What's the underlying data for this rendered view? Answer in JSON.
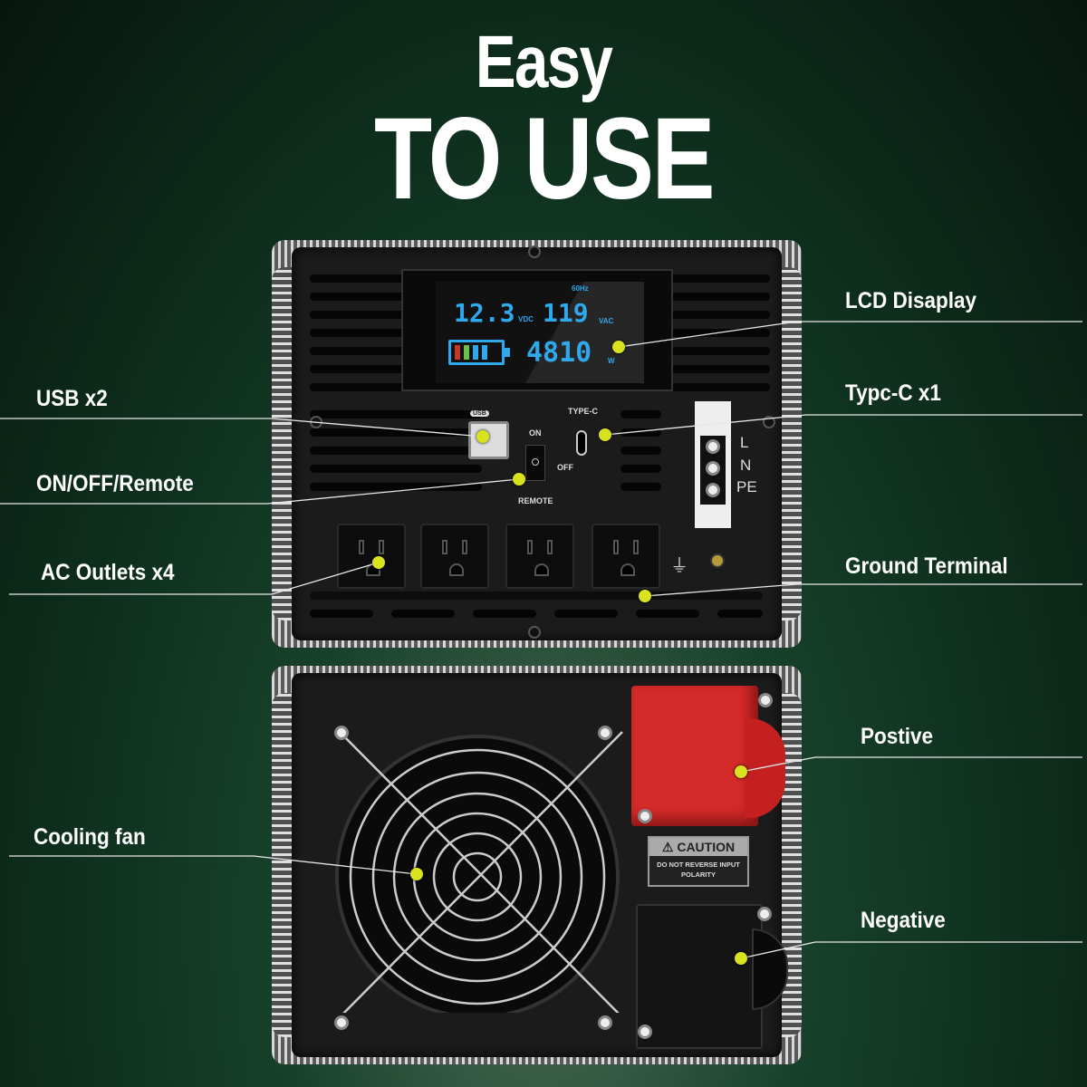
{
  "title": {
    "line1": "Easy",
    "line2": "TO USE"
  },
  "lcd": {
    "freq": "60Hz",
    "input_voltage": "12.3",
    "input_unit": "VDC",
    "output_voltage": "119",
    "output_unit": "VAC",
    "power": "4810",
    "power_unit": "W"
  },
  "panel": {
    "usb": "USB",
    "type_c": "TYPE-C",
    "on": "ON",
    "off": "OFF",
    "remote": "REMOTE",
    "terminals": [
      "L",
      "N",
      "PE"
    ]
  },
  "caution": {
    "title": "CAUTION",
    "text": "DO NOT REVERSE INPUT POLARITY"
  },
  "labels": {
    "lcd": "LCD Disaplay",
    "typec": "Typc-C  x1",
    "usb": "USB x2",
    "onoff": "ON/OFF/Remote",
    "ac": "AC Outlets x4",
    "ground": "Ground Terminal",
    "positive": "Postive",
    "fan": "Cooling fan",
    "negative": "Negative"
  },
  "colors": {
    "accent_dot": "#d8e21e",
    "lcd_blue": "#2fa8ec",
    "terminal_red": "#d42a2a"
  }
}
